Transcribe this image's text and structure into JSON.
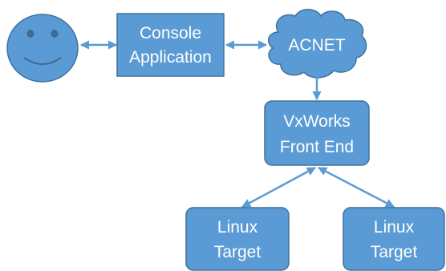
{
  "nodes": {
    "console": {
      "line1": "Console",
      "line2": "Application"
    },
    "acnet": {
      "label": "ACNET"
    },
    "vxworks": {
      "line1": "VxWorks",
      "line2": "Front End"
    },
    "linux_left": {
      "line1": "Linux",
      "line2": "Target"
    },
    "linux_right": {
      "line1": "Linux",
      "line2": "Target"
    }
  },
  "colors": {
    "fill": "#5b9bd5",
    "stroke": "#41719c",
    "face_feature": "#3e6c96",
    "connector": "#5b9bd5"
  }
}
